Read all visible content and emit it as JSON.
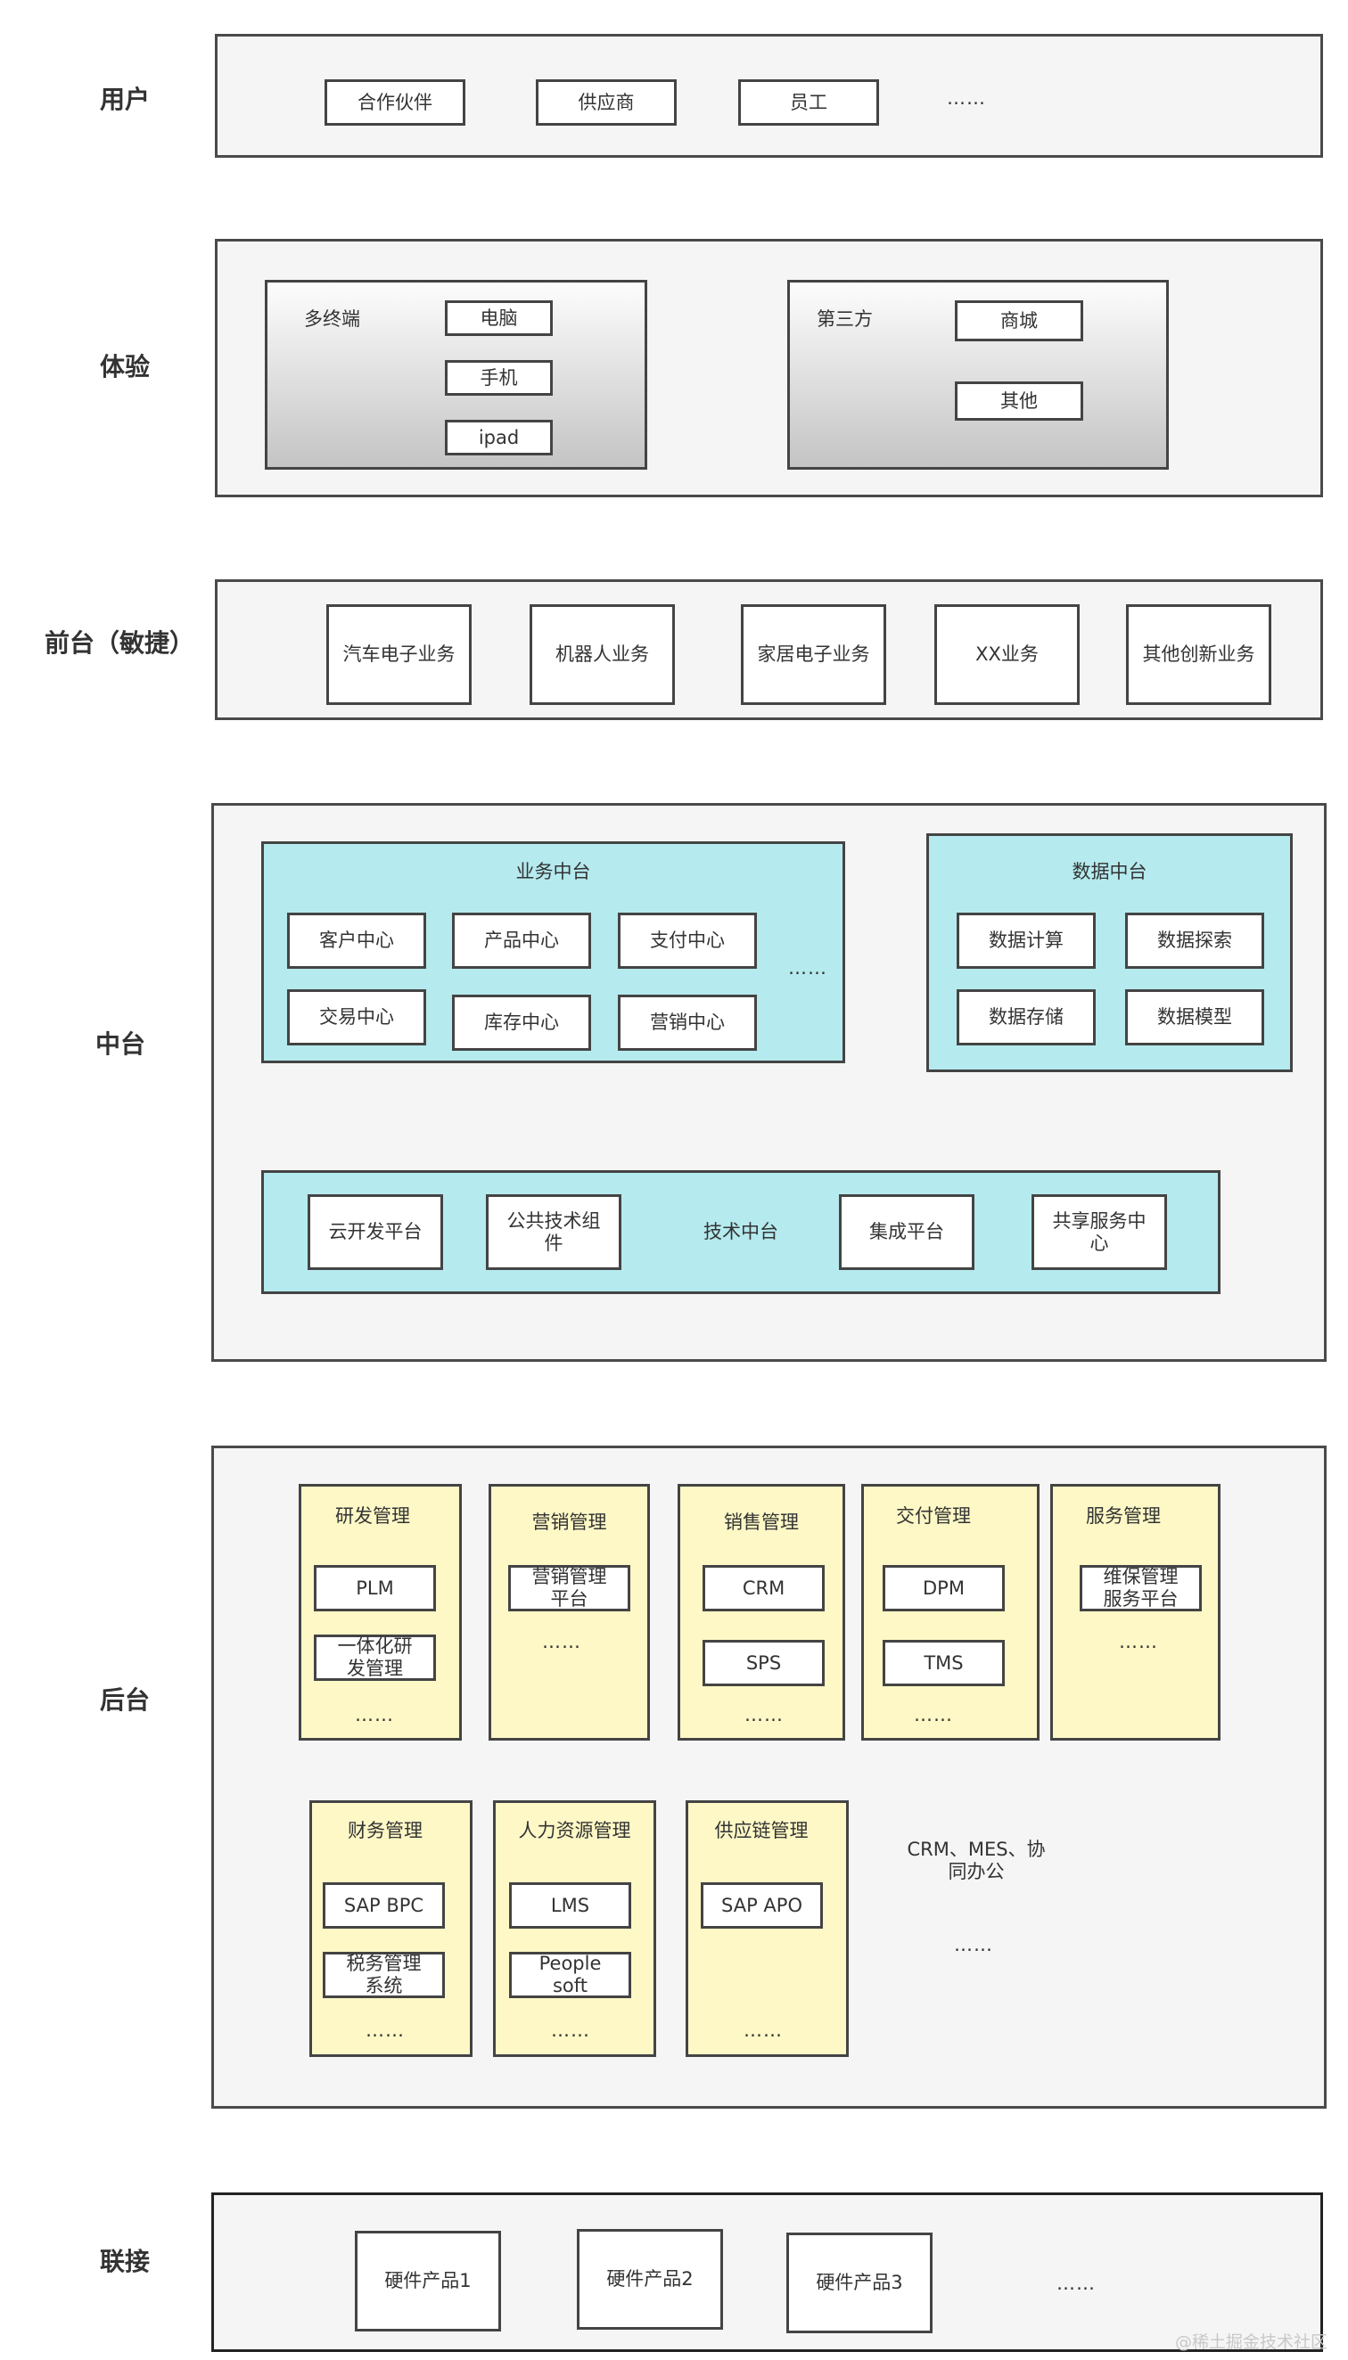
{
  "layers": {
    "user": "用户",
    "experience": "体验",
    "front": "前台（敏捷）",
    "middle": "中台",
    "back": "后台",
    "connect": "联接"
  },
  "user": {
    "items": [
      "合作伙伴",
      "供应商",
      "员工"
    ],
    "more": "……"
  },
  "experience": {
    "multi_terminal": {
      "title": "多终端",
      "items": [
        "电脑",
        "手机",
        "ipad"
      ]
    },
    "third_party": {
      "title": "第三方",
      "items": [
        "商城",
        "其他"
      ]
    }
  },
  "front": {
    "items": [
      "汽车电子业务",
      "机器人业务",
      "家居电子业务",
      "XX业务",
      "其他创新业务"
    ]
  },
  "middle": {
    "business": {
      "title": "业务中台",
      "items": [
        "客户中心",
        "产品中心",
        "支付中心",
        "交易中心",
        "库存中心",
        "营销中心"
      ],
      "more": "……"
    },
    "data": {
      "title": "数据中台",
      "items": [
        "数据计算",
        "数据探索",
        "数据存储",
        "数据模型"
      ]
    },
    "tech": {
      "title": "技术中台",
      "left": [
        "云开发平台",
        "公共技术组件"
      ],
      "right": [
        "集成平台",
        "共享服务中心"
      ]
    }
  },
  "back": {
    "rd": {
      "title": "研发管理",
      "items": [
        "PLM",
        "一体化研发管理"
      ],
      "more": "……"
    },
    "marketing": {
      "title": "营销管理",
      "items": [
        "营销管理平台"
      ],
      "more": "……"
    },
    "sales": {
      "title": "销售管理",
      "items": [
        "CRM",
        "SPS"
      ],
      "more": "……"
    },
    "delivery": {
      "title": "交付管理",
      "items": [
        "DPM",
        "TMS"
      ],
      "more": "……"
    },
    "service": {
      "title": "服务管理",
      "items": [
        "维保管理服务平台"
      ],
      "more": "……"
    },
    "finance": {
      "title": "财务管理",
      "items": [
        "SAP BPC",
        "税务管理系统"
      ],
      "more": "……"
    },
    "hr": {
      "title": "人力资源管理",
      "items": [
        "LMS",
        "People soft"
      ],
      "more": "……"
    },
    "supply": {
      "title": "供应链管理",
      "items": [
        "SAP APO"
      ],
      "more": "……"
    },
    "extra": "CRM、MES、协同办公",
    "extra_more": "……"
  },
  "connect": {
    "items": [
      "硬件产品1",
      "硬件产品2",
      "硬件产品3"
    ],
    "more": "……"
  },
  "watermark": "@稀土掘金技术社区"
}
